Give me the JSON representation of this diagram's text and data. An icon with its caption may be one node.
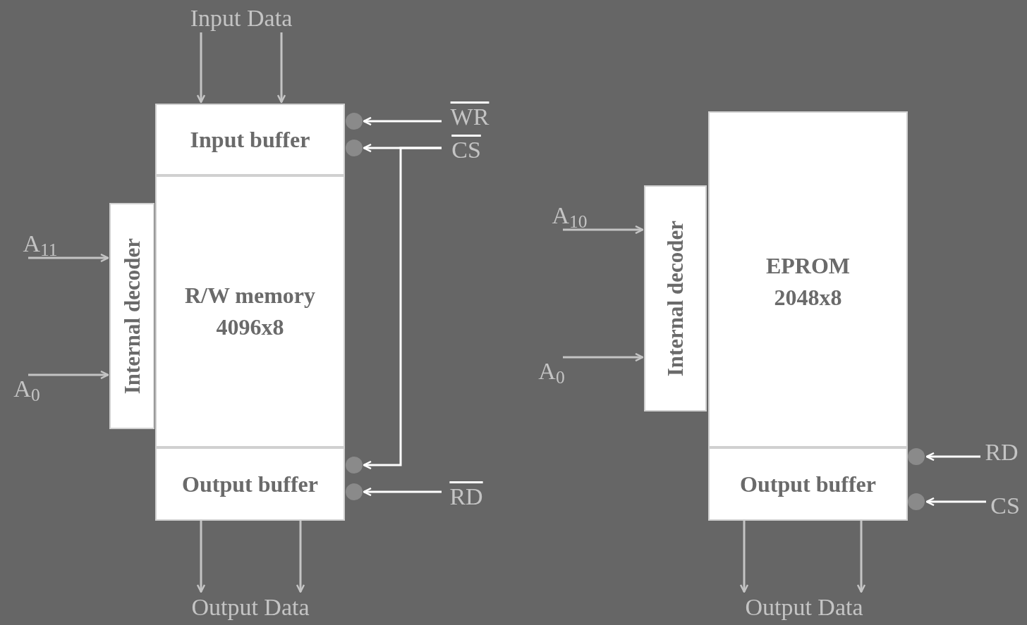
{
  "diagram": {
    "nodes": [
      {
        "text": [
          "Input Data"
        ]
      },
      {
        "text": [
          "Input buffer"
        ]
      },
      {
        "text": [
          "R/W memory 4096x8"
        ]
      },
      {
        "text": [
          "Output buffer"
        ]
      },
      {
        "text": [
          "Internal decoder"
        ]
      },
      {
        "text": [
          "WR"
        ]
      },
      {
        "text": [
          "CS"
        ]
      },
      {
        "text": [
          "RD"
        ]
      },
      {
        "text": [
          "A$_{11}$"
        ]
      },
      {
        "text": [
          "A$_{0}$"
        ]
      },
      {
        "text": [
          "Output Data"
        ]
      },
      {
        "text": [
          "Internal decoder"
        ]
      },
      {
        "text": [
          "EPROM 2048x8"
        ]
      },
      {
        "text": [
          "Output buffer"
        ]
      },
      {
        "text": [
          "A$_{10}$"
        ]
      },
      {
        "text": [
          "A$_{0}$"
        ]
      },
      {
        "text": [
          "RD"
        ]
      },
      {
        "text": [
          "CS"
        ]
      },
      {
        "text": [
          "Output Data"
        ]
      }
    ],
    "edges": [
      {
        "from": 0,
        "to": 1,
        "arrow": "to"
      },
      {
        "from": 0,
        "to": 1,
        "arrow": "to"
      },
      {
        "from": 5,
        "to": 1,
        "arrow": "to",
        "color": "#ffffff"
      },
      {
        "from": 6,
        "to": 1,
        "arrow": "to",
        "color": "#ffffff"
      },
      {
        "from": 6,
        "to": 3,
        "arrow": "to",
        "color": "#ffffff"
      },
      {
        "from": 7,
        "to": 3,
        "arrow": "to",
        "color": "#ffffff"
      },
      {
        "from": 8,
        "to": 4,
        "arrow": "to"
      },
      {
        "from": 9,
        "to": 4,
        "arrow": "to"
      },
      {
        "from": 3,
        "to": 10,
        "arrow": "to"
      },
      {
        "from": 3,
        "to": 10,
        "arrow": "to"
      },
      {
        "from": 14,
        "to": 11,
        "arrow": "to"
      },
      {
        "from": 15,
        "to": 11,
        "arrow": "to"
      },
      {
        "from": 16,
        "to": 13,
        "arrow": "to",
        "color": "#ffffff"
      },
      {
        "from": 17,
        "to": 13,
        "arrow": "to",
        "color": "#ffffff"
      },
      {
        "from": 13,
        "to": 18,
        "arrow": "to"
      },
      {
        "from": 13,
        "to": 18,
        "arrow": "to"
      }
    ]
  }
}
